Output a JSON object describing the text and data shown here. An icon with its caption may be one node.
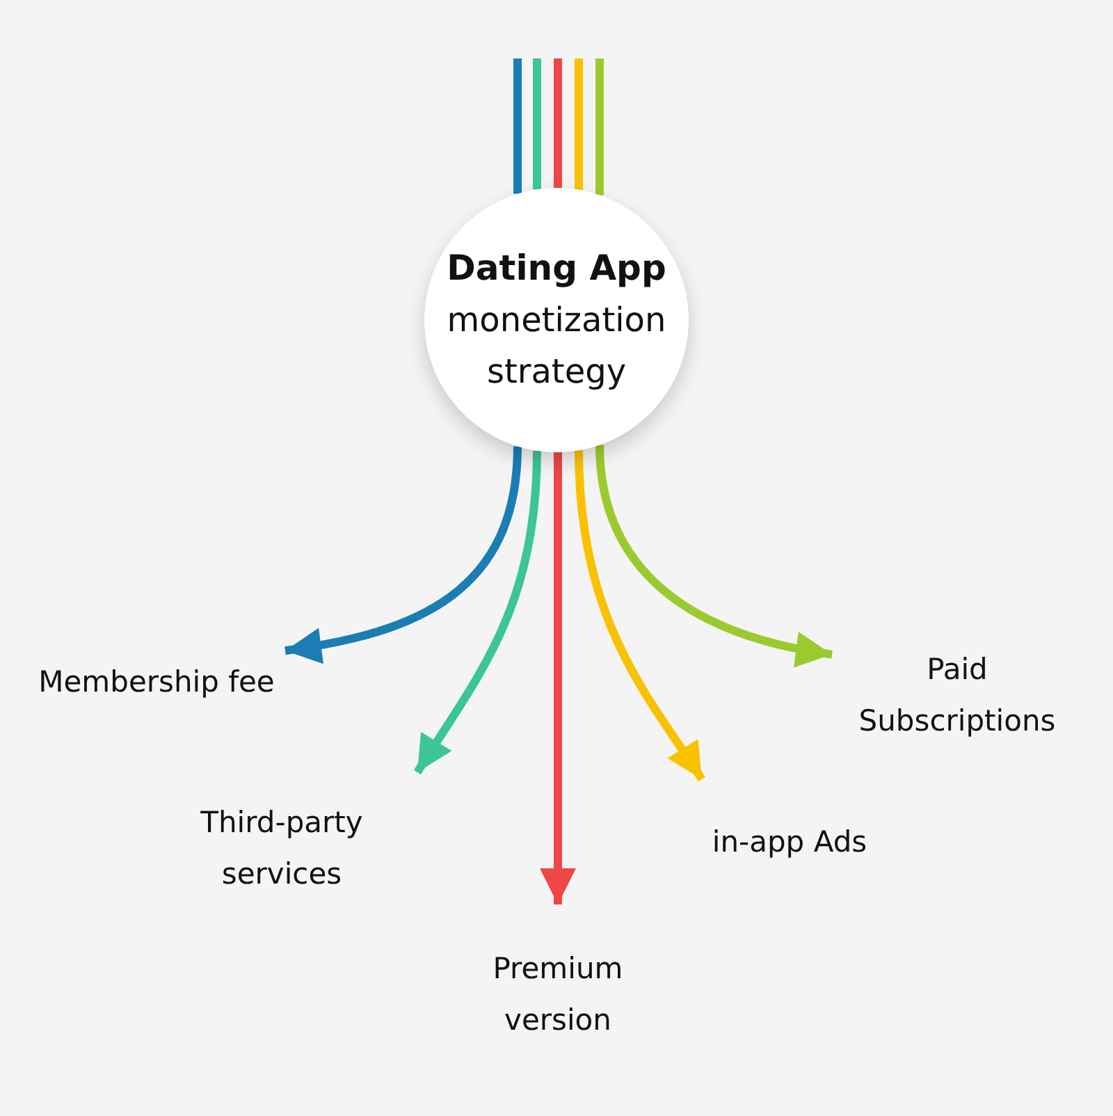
{
  "diagram": {
    "nodes": [
      {
        "text": [
          "Dating App",
          "monetization strategy"
        ]
      },
      {
        "text": [
          "Membership fee"
        ]
      },
      {
        "text": [
          "Third-party services"
        ]
      },
      {
        "text": [
          "Premium version"
        ]
      },
      {
        "text": [
          "in-app Ads"
        ]
      },
      {
        "text": [
          "Paid Subscriptions"
        ]
      }
    ],
    "edges": [
      {
        "from": 0,
        "to": 1,
        "arrow": "to",
        "color": "#1b7db4"
      },
      {
        "from": 0,
        "to": 2,
        "arrow": "to",
        "color": "#3cc597"
      },
      {
        "from": 0,
        "to": 3,
        "arrow": "to",
        "color": "#ef4646"
      },
      {
        "from": 0,
        "to": 4,
        "arrow": "to",
        "color": "#f8c200"
      },
      {
        "from": 0,
        "to": 5,
        "arrow": "to",
        "color": "#9acb2e"
      },
      {
        "from": null,
        "to": 0,
        "arrow": "none",
        "color": "#1b7db4"
      },
      {
        "from": null,
        "to": 0,
        "arrow": "none",
        "color": "#3cc597"
      },
      {
        "from": null,
        "to": 0,
        "arrow": "none",
        "color": "#ef4646"
      },
      {
        "from": null,
        "to": 0,
        "arrow": "none",
        "color": "#f8c200"
      },
      {
        "from": null,
        "to": 0,
        "arrow": "none",
        "color": "#9acb2e"
      }
    ]
  }
}
